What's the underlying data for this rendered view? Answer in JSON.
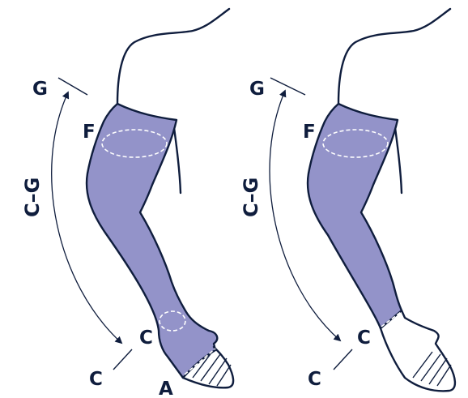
{
  "colors": {
    "sleeve": "#9393c9",
    "outline": "#0f1d3d",
    "dashed_ring": "#ffffff",
    "background": "#ffffff"
  },
  "panels": [
    {
      "id": "left",
      "description_labels": {
        "top_point": "G",
        "shoulder_point": "F",
        "wrist_point": "C",
        "wrist_tick": "C",
        "hand_point": "A",
        "length_label": "C–G"
      }
    },
    {
      "id": "right",
      "description_labels": {
        "top_point": "G",
        "shoulder_point": "F",
        "wrist_point": "C",
        "wrist_tick": "C",
        "length_label": "C–G"
      }
    }
  ]
}
